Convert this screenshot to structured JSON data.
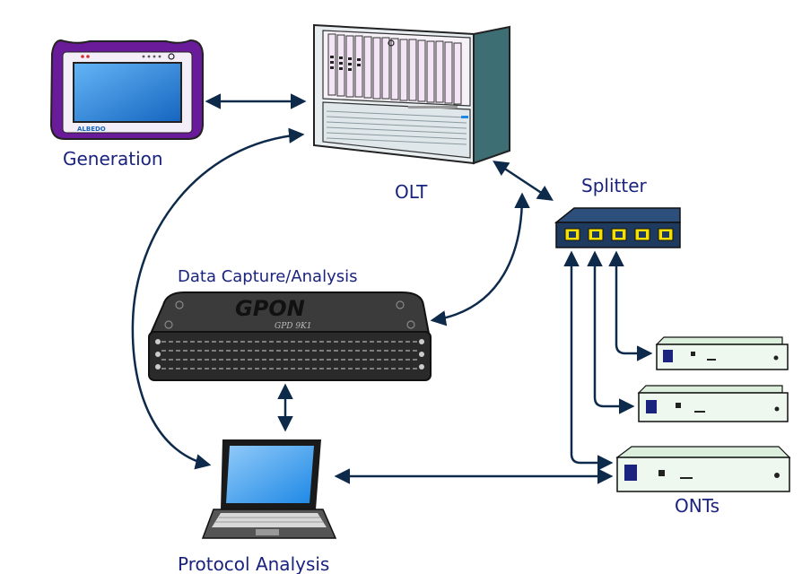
{
  "labels": {
    "generation": "Generation",
    "olt": "OLT",
    "splitter": "Splitter",
    "data_capture": "Data Capture/Analysis",
    "protocol_analysis": "Protocol Analysis",
    "onts": "ONTs"
  },
  "device_text": {
    "tablet_brand": "ALBEDO",
    "gpon_title": "GPON",
    "gpon_model": "GPD 9K1"
  },
  "colors": {
    "label": "#1a237e",
    "arrow": "#0d2a4a",
    "olt_body": "#e8eef0",
    "olt_side": "#2f5f66",
    "tablet_frame": "#6a1b9a",
    "screen": "#2196f3",
    "splitter_body": "#1e3a5f",
    "splitter_port": "#f5e000",
    "gpon_body": "#3a3a3a",
    "ont_body": "#eef8ee"
  },
  "icons": {
    "tablet": "tablet-icon",
    "olt": "olt-rack-icon",
    "splitter": "splitter-icon",
    "gpon": "gpon-analyzer-icon",
    "laptop": "laptop-icon",
    "ont": "ont-icon"
  }
}
